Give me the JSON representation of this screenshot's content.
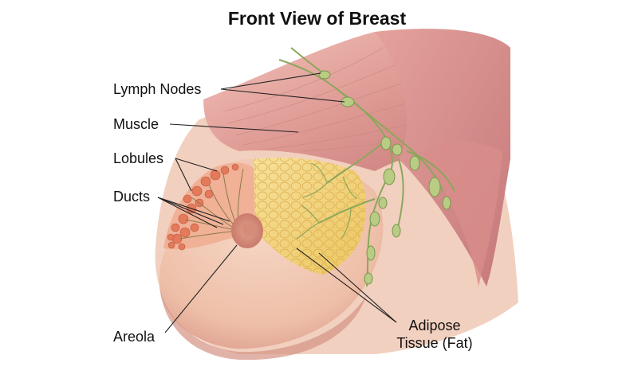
{
  "title": "Front View of Breast",
  "labels": {
    "lymph_nodes": "Lymph Nodes",
    "muscle": "Muscle",
    "lobules": "Lobules",
    "ducts": "Ducts",
    "areola": "Areola",
    "adipose_line1": "Adipose",
    "adipose_line2": "Tissue (Fat)"
  },
  "colors": {
    "skin": "#f1c9b4",
    "skin_shadow": "#d99a86",
    "muscle": "#d98e8a",
    "muscle_light": "#eeb3ad",
    "fat": "#f3d37a",
    "lobule": "#e98462",
    "lymph": "#9bb56a",
    "leader": "#222222"
  }
}
